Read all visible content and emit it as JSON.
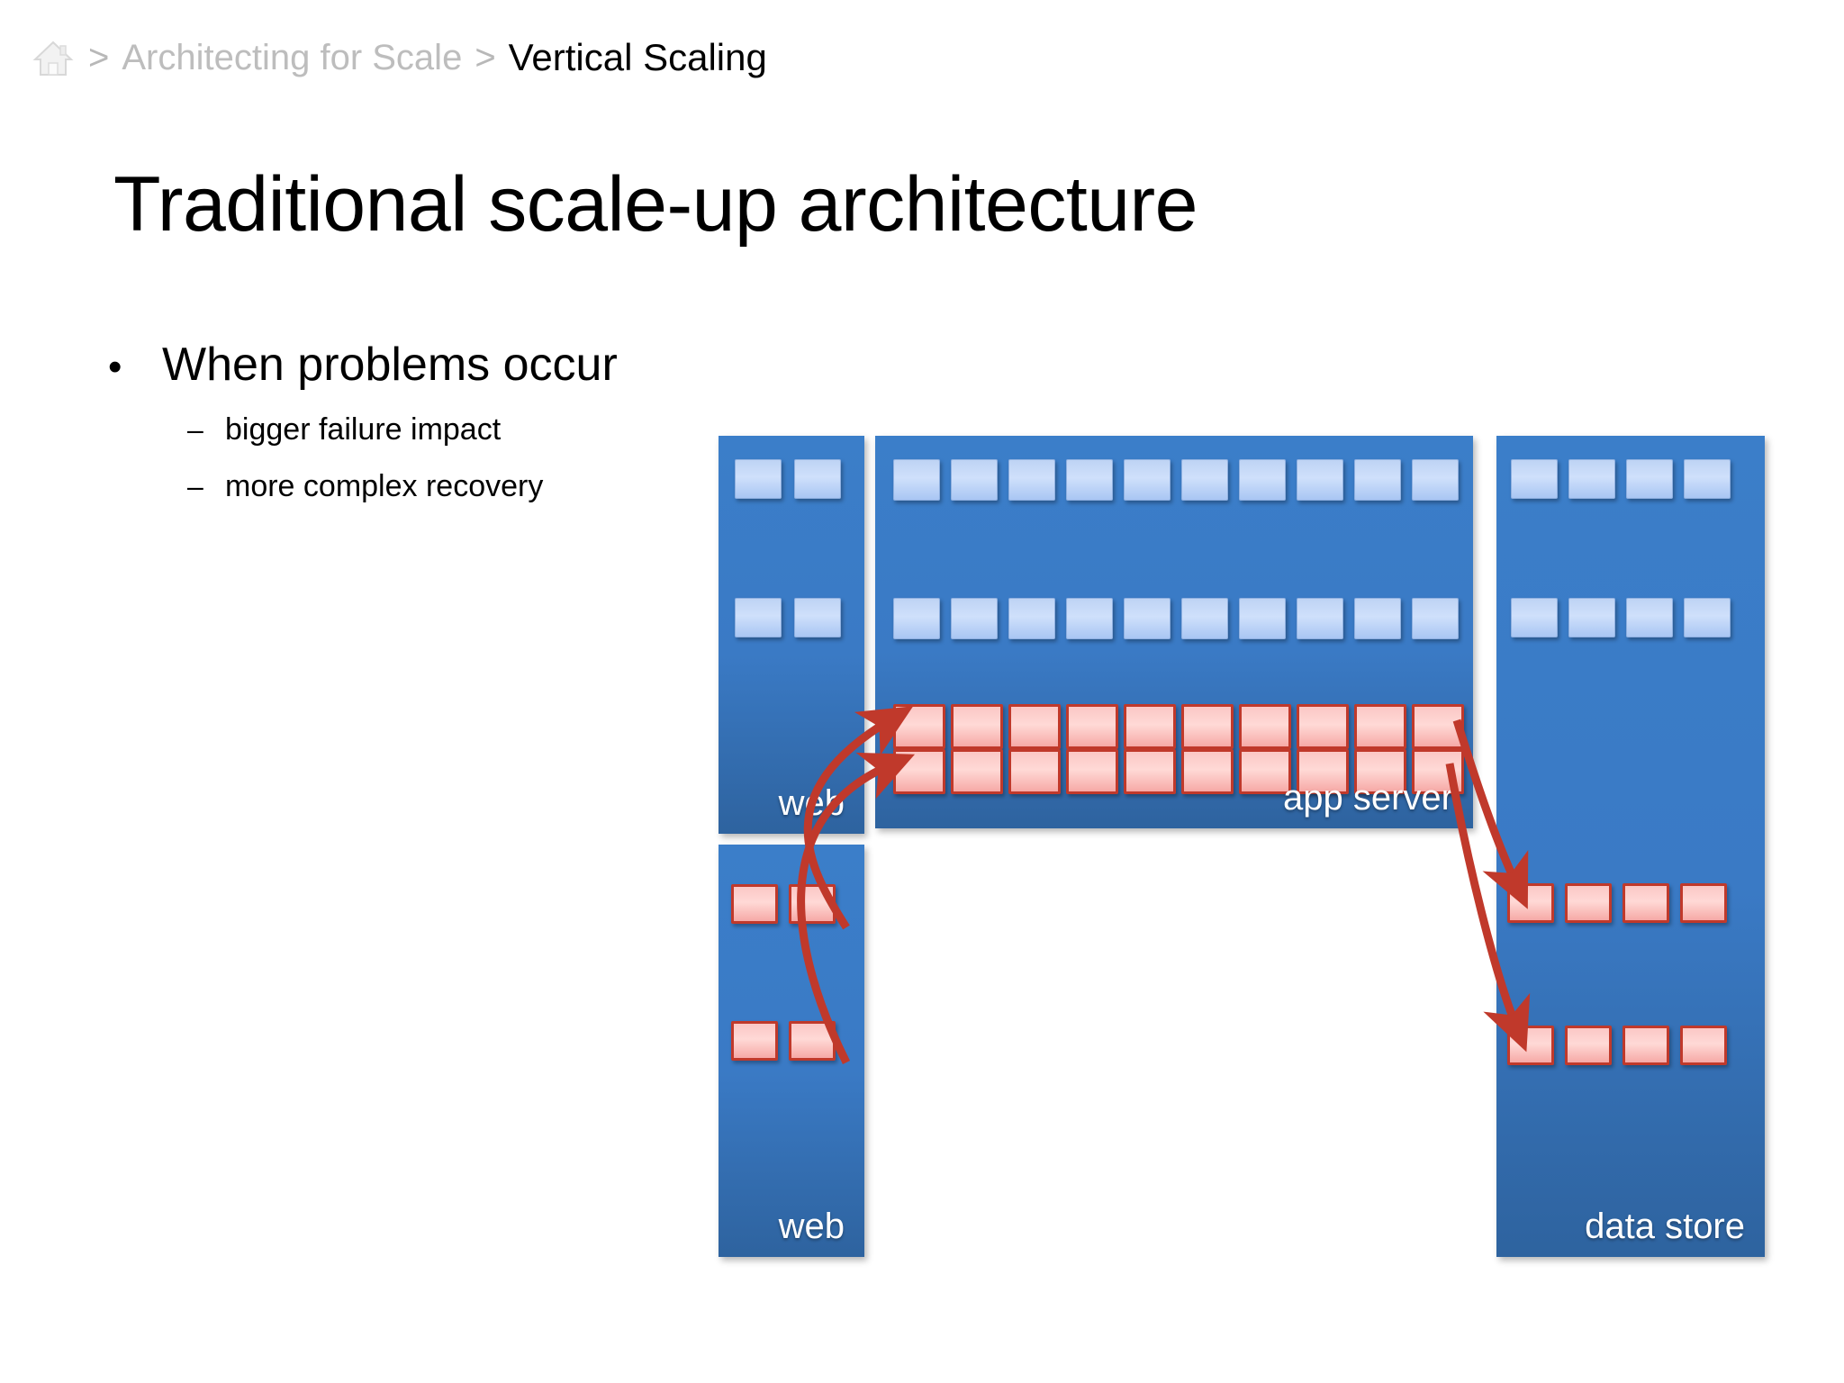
{
  "breadcrumb": {
    "home_icon": "home-icon",
    "separator": ">",
    "parent": "Architecting for Scale",
    "current": "Vertical Scaling"
  },
  "slide": {
    "title": "Traditional scale-up architecture",
    "bullets": [
      {
        "marker": "•",
        "text": "When problems occur",
        "children": [
          {
            "marker": "–",
            "text": "bigger failure impact"
          },
          {
            "marker": "–",
            "text": "more complex recovery"
          }
        ]
      }
    ]
  },
  "diagram": {
    "colors": {
      "panel_blue_top": "#3b7ec9",
      "panel_blue_bottom": "#2e639f",
      "tile_blue": "#c6dbf8",
      "tile_pink": "#fbc7c5",
      "tile_pink_border": "#c0392b",
      "arrow_red": "#c0392b",
      "label_text": "#ffffff"
    },
    "panels": [
      {
        "id": "web-upper",
        "label": "web",
        "rows": [
          {
            "state": "ok",
            "count": 2
          },
          {
            "state": "ok",
            "count": 2
          }
        ]
      },
      {
        "id": "app-server",
        "label": "app server",
        "rows": [
          {
            "state": "ok",
            "count": 10
          },
          {
            "state": "ok",
            "count": 10
          },
          {
            "state": "failed",
            "count": 10
          },
          {
            "state": "failed",
            "count": 10
          }
        ]
      },
      {
        "id": "data-store-upper",
        "label": "",
        "rows": [
          {
            "state": "ok",
            "count": 4
          },
          {
            "state": "ok",
            "count": 4
          }
        ]
      },
      {
        "id": "web-lower",
        "label": "web",
        "rows": [
          {
            "state": "failed",
            "count": 2
          },
          {
            "state": "failed",
            "count": 2
          }
        ]
      },
      {
        "id": "data-store-lower",
        "label": "data store",
        "rows": [
          {
            "state": "failed",
            "count": 4
          },
          {
            "state": "failed",
            "count": 4
          }
        ]
      }
    ],
    "arrows": [
      {
        "from": "web-lower-row1",
        "to": "app-server-failed-row1"
      },
      {
        "from": "web-lower-row2",
        "to": "app-server-failed-row2"
      },
      {
        "from": "app-server-failed-row1",
        "to": "data-store-failed-row1"
      },
      {
        "from": "app-server-failed-row2",
        "to": "data-store-failed-row2"
      }
    ]
  }
}
